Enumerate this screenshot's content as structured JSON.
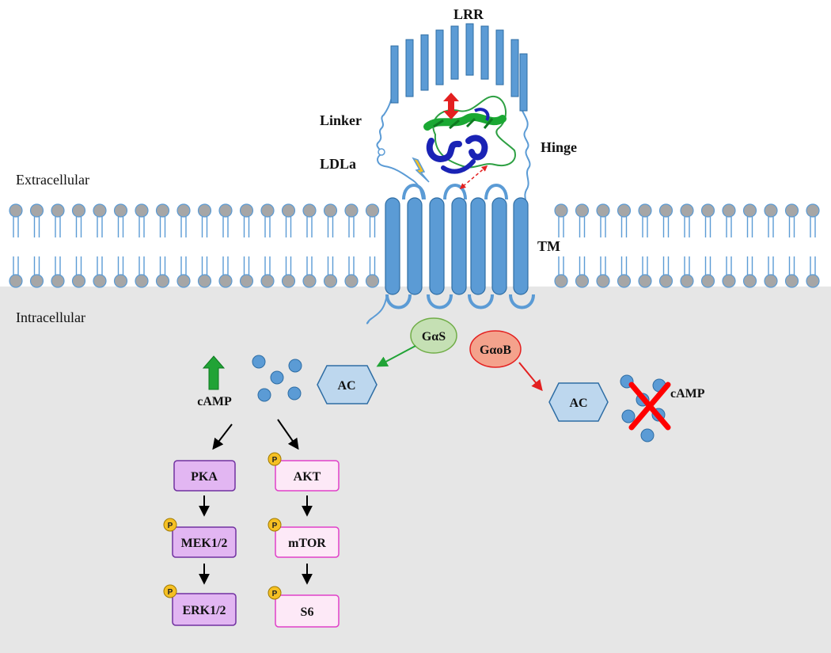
{
  "labels": {
    "lrr": "LRR",
    "linker": "Linker",
    "ldla": "LDLa",
    "hinge": "Hinge",
    "tm": "TM",
    "extracellular": "Extracellular",
    "intracellular": "Intracellular"
  },
  "nodes": {
    "gas": "GαS",
    "gaob": "GαoB",
    "ac_left": "AC",
    "ac_right": "AC",
    "camp_left": "cAMP",
    "camp_right": "cAMP",
    "pka": "PKA",
    "mek": "MEK1/2",
    "erk": "ERK1/2",
    "akt": "AKT",
    "mtor": "mTOR",
    "s6": "S6"
  },
  "phospho_label": "P",
  "colors": {
    "receptor": "#5b9bd5",
    "receptor_stroke": "#2e6da4",
    "lipid_head": "#a6a6a6",
    "cytoplasm": "#e6e6e6",
    "gas_fill": "#c5e0b4",
    "gaob_fill": "#f4a28c",
    "ac_fill": "#bdd7ee",
    "pka_branch_fill": "#e2b6f2",
    "akt_branch_fill": "#fde9f7",
    "phospho_fill": "#f5c023",
    "up_arrow": "#21a336",
    "inhibit_x": "#ff0000"
  }
}
